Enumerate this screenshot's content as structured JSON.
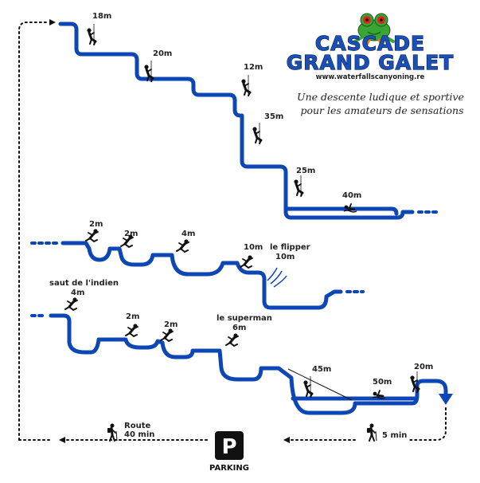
{
  "title": {
    "line1": "CASCADE",
    "line2": "GRAND GALET",
    "website": "www.waterfallscanyoning.re"
  },
  "tagline": {
    "line1": "Une descente ludique et sportive",
    "line2": "pour les amateurs de sensations"
  },
  "labels": {
    "drop_18": "18m",
    "drop_20a": "20m",
    "drop_12": "12m",
    "drop_35": "35m",
    "drop_25": "25m",
    "swim_40": "40m",
    "jump_2a": "2m",
    "jump_2b": "2m",
    "jump_4a": "4m",
    "jump_10": "10m",
    "flipper_name": "le flipper",
    "flipper_height": "10m",
    "indien_name": "saut de l'indien",
    "indien_height": "4m",
    "jump_2c": "2m",
    "jump_2d": "2m",
    "superman_name": "le superman",
    "superman_height": "6m",
    "slide_45": "45m",
    "swim_50": "50m",
    "drop_20b": "20m"
  },
  "route_left": {
    "line1": "Route",
    "line2": "40 min"
  },
  "route_right": "5 min",
  "parking": {
    "symbol": "P",
    "label": "PARKING"
  },
  "colors": {
    "river": "#0d47b5",
    "text": "#222222",
    "frog": "#3aa535"
  },
  "icons": [
    "frog-logo-icon",
    "rappel-person-icon",
    "jumping-person-icon",
    "swimmer-icon",
    "hiker-icon",
    "parking-icon",
    "down-arrow-icon"
  ]
}
